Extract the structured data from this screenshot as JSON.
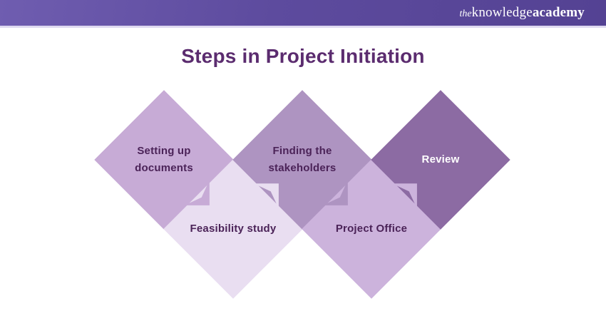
{
  "header": {
    "logo": {
      "the": "the",
      "knowledge": "knowledge",
      "academy": "academy"
    },
    "background_left": "#6f5db0",
    "background_right": "#544293",
    "accent_strip_color": "#ded9f0",
    "logo_color": "#ffffff"
  },
  "title": {
    "text": "Steps in Project Initiation",
    "color": "#5b2c6f"
  },
  "diagram": {
    "steps": [
      {
        "label": "Setting up documents",
        "fill": "#c7abd6",
        "text_color": "#4b2358"
      },
      {
        "label": "Feasibility study",
        "fill": "#e9def1",
        "text_color": "#4b2358"
      },
      {
        "label": "Finding the stakeholders",
        "fill": "#ae94c1",
        "text_color": "#4b2358"
      },
      {
        "label": "Project Office",
        "fill": "#ccb3dc",
        "text_color": "#4b2358"
      },
      {
        "label": "Review",
        "fill": "#8c6ba3",
        "text_color": "#ffffff"
      }
    ]
  }
}
